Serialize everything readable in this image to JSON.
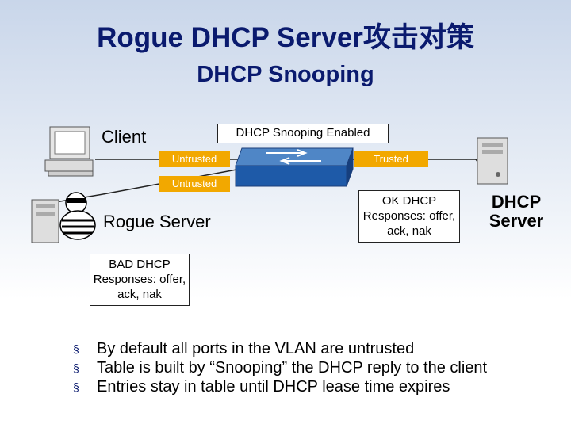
{
  "title": "Rogue DHCP Server攻击对策",
  "subtitle": "DHCP Snooping",
  "diagram": {
    "client_label": "Client",
    "snooping_label": "DHCP Snooping Enabled",
    "ports": {
      "untrusted_client": "Untrusted",
      "trusted": "Trusted",
      "untrusted_rogue": "Untrusted"
    },
    "rogue_label": "Rogue Server",
    "ok_responses": "OK DHCP Responses: offer, ack, nak",
    "dhcp_server_label": "DHCP Server",
    "bad_responses": "BAD DHCP Responses: offer, ack, nak"
  },
  "bullets": [
    "By default all ports in the VLAN are untrusted",
    "Table is built by “Snooping” the DHCP reply to the client",
    "Entries stay in table until DHCP lease time expires"
  ],
  "colors": {
    "title": "#0a1a6e",
    "port": "#f2a800",
    "switch": "#1e5aa8"
  }
}
